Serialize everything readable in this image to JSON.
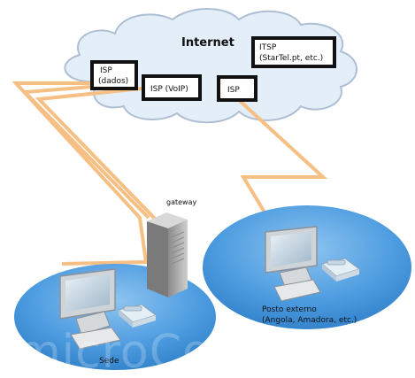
{
  "cloud": {
    "title": "Internet",
    "boxes": {
      "isp_dados": [
        "ISP",
        "(dados)"
      ],
      "isp_voip": "ISP (VoIP)",
      "isp": "ISP",
      "itsp": [
        "ITSP",
        "(StarTel.pt, etc.)"
      ]
    }
  },
  "gateway_label": "gateway",
  "sede_label": "Sede",
  "posto_label": [
    "Posto externo",
    "(Angola, Amadora, etc.)"
  ],
  "watermark": "microCortex",
  "colors": {
    "cloud_fill": "#e4eef8",
    "cloud_stroke": "#aebfd3",
    "link": "#f6bf84",
    "ellipse_fill": "#4d9ce0",
    "box_stroke": "#111111"
  }
}
